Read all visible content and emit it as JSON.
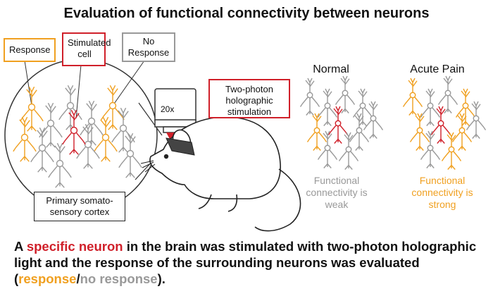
{
  "title": "Evaluation of functional connectivity between neurons",
  "legend": {
    "response": "Response",
    "stimulated": "Stimulated cell",
    "no_response": "No Response"
  },
  "cortex_label": "Primary somato-sensory cortex",
  "objective": "20x",
  "stim_label": "Two-photon holographic stimulation",
  "panels": {
    "normal": {
      "title": "Normal",
      "caption": "Functional connectivity is weak"
    },
    "pain": {
      "title": "Acute Pain",
      "caption": "Functional connectivity is strong"
    }
  },
  "summary": {
    "s1": "A ",
    "s2": "specific neuron",
    "s3": " in the brain was stimulated with two-photon holographic light and the response of the surrounding neurons was evaluated (",
    "s4": "response",
    "s5": "/",
    "s6": "no response",
    "s7": ")."
  },
  "colors": {
    "response": "#f0a020",
    "stimulated": "#d0202a",
    "no_response": "#999999",
    "text": "#111111"
  }
}
